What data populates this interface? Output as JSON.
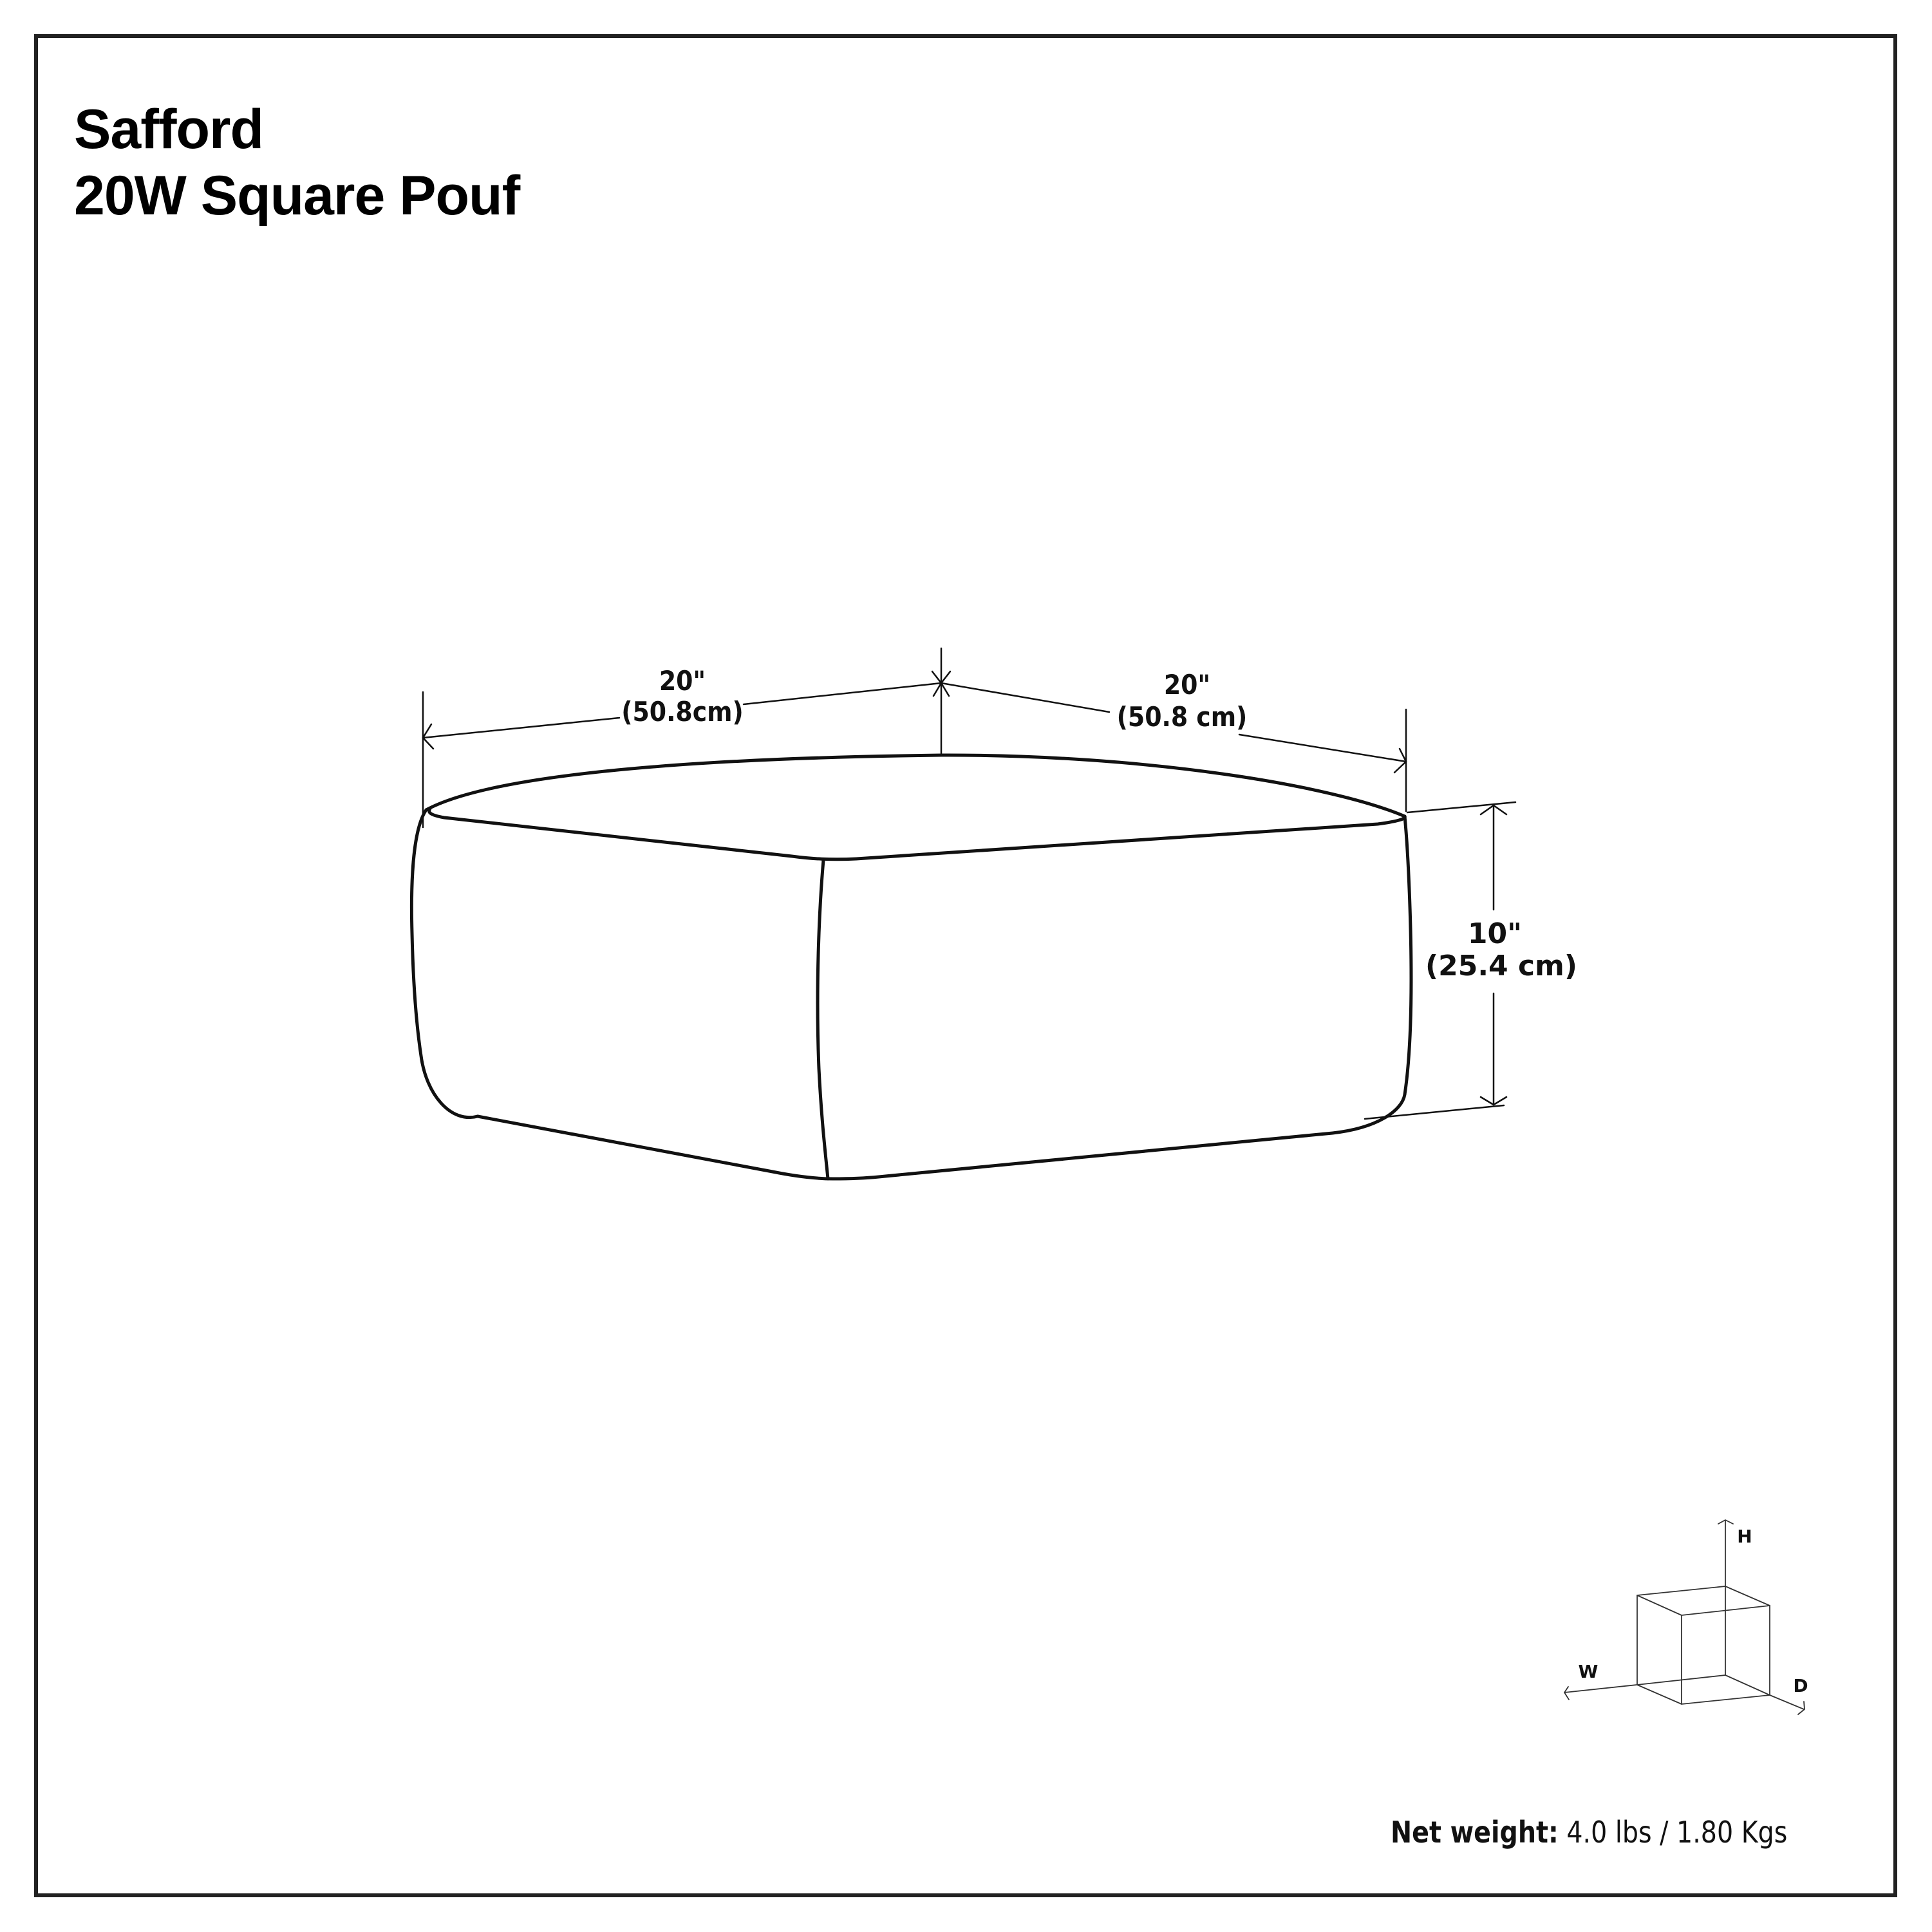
{
  "product": {
    "title_line1": "Safford",
    "title_line2": "20W Square Pouf"
  },
  "dimensions": {
    "width": {
      "imperial": "20\"",
      "metric": "(50.8cm)"
    },
    "depth": {
      "imperial": "20\"",
      "metric": "(50.8 cm)"
    },
    "height": {
      "imperial": "10\"",
      "metric": "(25.4 cm)"
    }
  },
  "axis_legend": {
    "h_label": "H",
    "w_label": "W",
    "d_label": "D"
  },
  "weight": {
    "label": "Net weight:",
    "value": " 4.0 lbs / 1.80 Kgs"
  },
  "colors": {
    "stroke": "#111111",
    "frame": "#222222",
    "background": "#ffffff"
  }
}
